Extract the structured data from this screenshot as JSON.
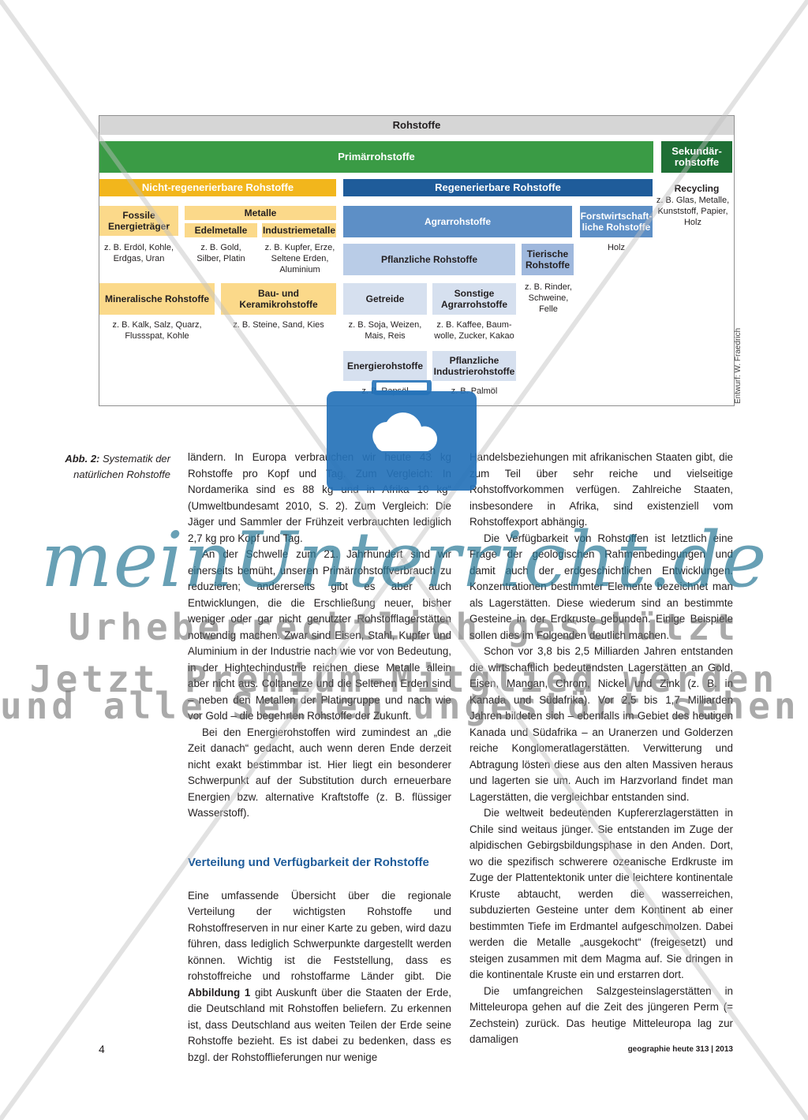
{
  "diagram": {
    "title": "Rohstoffe",
    "primary": "Primärrohstoffe",
    "secondary": "Sekundär-rohstoffe",
    "non_renewable": "Nicht-regenerierbare Rohstoffe",
    "renewable": "Regenerierbare Rohstoffe",
    "recycling": {
      "title": "Recycling",
      "example": "z. B. Glas, Metalle, Kunststoff, Papier, Holz"
    },
    "fossil": {
      "label": "Fossile Energieträger",
      "example": "z. B. Erdöl, Kohle, Erdgas, Uran"
    },
    "metalle": "Metalle",
    "edelmetalle": {
      "label": "Edelmetalle",
      "example": "z. B. Gold, Silber, Platin"
    },
    "industriemetalle": {
      "label": "Industriemetalle",
      "example": "z. B. Kupfer, Erze, Seltene Erden, Aluminium"
    },
    "mineralisch": {
      "label": "Mineralische Rohstoffe",
      "example": "z. B. Kalk, Salz, Quarz, Flussspat, Kohle"
    },
    "bau": {
      "label": "Bau- und Keramikrohstoffe",
      "example": "z. B. Steine, Sand, Kies"
    },
    "agrar": "Agrarrohstoffe",
    "forst": {
      "label": "Forstwirtschaft-liche Rohstoffe",
      "example": "Holz"
    },
    "pflanzlich": "Pflanzliche Rohstoffe",
    "tierisch": {
      "label": "Tierische Rohstoffe",
      "example": "z. B. Rinder, Schweine, Felle"
    },
    "getreide": {
      "label": "Getreide",
      "example": "z. B. Soja, Weizen, Mais, Reis"
    },
    "sonstige": {
      "label": "Sonstige Agrarrohstoffe",
      "example": "z. B. Kaffee, Baum-wolle, Zucker, Kakao"
    },
    "energie": {
      "label": "Energierohstoffe",
      "example": "z. B. Rapsöl"
    },
    "pflanzlich_ind": {
      "label": "Pflanzliche Industrierohstoffe",
      "example": "z. B. Palmöl"
    },
    "credit": "Entwurf: W. Fraedrich"
  },
  "caption": {
    "label": "Abb. 2:",
    "text": "Systematik der natürlichen Rohstoffe"
  },
  "col1": {
    "p1": "ländern. In Europa verbrauchen wir heute 43 kg Rohstoffe pro Kopf und Tag. Zum Vergleich: In Nordamerika sind es 88 kg und in Afrika 10 kg“ (Umweltbundesamt 2010, S. 2). Zum Vergleich: Die Jäger und Sammler der Frühzeit verbrauchten lediglich 2,7 kg pro Kopf und Tag.",
    "p2": "An der Schwelle zum 21. Jahrhundert sind wir einerseits bemüht, unseren Primärrohstoffverbrauch zu reduzieren; andererseits gibt es aber auch Entwicklungen, die die Erschließung neuer, bisher weniger oder gar nicht genutzter Rohstofflagerstätten notwendig machen. Zwar sind Eisen, Stahl, Kupfer und Aluminium in der Industrie nach wie vor von Bedeutung, in der Hightechindustrie reichen diese Metalle allein aber nicht aus. Coltanerze und die Seltenen Erden sind – neben den Metallen der Platingruppe und nach wie vor Gold – die begehrten Rohstoffe der Zukunft.",
    "p3": "Bei den Energierohstoffen wird zumindest an „die Zeit danach“ gedacht, auch wenn deren Ende derzeit nicht exakt bestimmbar ist. Hier liegt ein besonderer Schwerpunkt auf der Substitution durch erneuerbare Energien bzw. alternative Kraftstoffe (z. B. flüssiger Wasserstoff).",
    "heading": "Verteilung und Verfügbarkeit der Rohstoffe",
    "p4a": "Eine umfassende Übersicht über die regionale Verteilung der wichtigsten Rohstoffe und Rohstoffreserven in nur einer Karte zu geben, wird dazu führen, dass lediglich Schwerpunkte dargestellt werden können. Wichtig ist die Feststellung, dass es rohstoffreiche und rohstoffarme Länder gibt. Die",
    "p4_bold": "Abbildung 1",
    "p4b": "gibt Auskunft über die Staaten der Erde, die Deutschland mit Rohstoffen beliefern. Zu erkennen ist, dass Deutschland aus weiten Teilen der Erde seine Rohstoffe bezieht. Es ist dabei zu bedenken, dass es bzgl. der Rohstofflieferungen nur wenige"
  },
  "col2": {
    "p1": "Handelsbeziehungen mit afrikanischen Staaten gibt, die zum Teil über sehr reiche und vielseitige Rohstoffvorkommen verfügen. Zahlreiche Staaten, insbesondere in Afrika, sind existenziell vom Rohstoffexport abhängig.",
    "p2": "Die Verfügbarkeit von Rohstoffen ist letztlich eine Frage der geologischen Rahmenbedingungen und damit auch der erdgeschichtlichen Entwicklungen. Konzentrationen bestimmter Elemente bezeichnet man als Lagerstätten. Diese wiederum sind an bestimmte Gesteine in der Erdkruste gebunden. Einige Beispiele sollen dies im Folgenden deutlich machen.",
    "p3": "Schon vor 3,8 bis 2,5 Milliarden Jahren entstanden die wirtschaftlich bedeutendsten Lagerstätten an Gold, Eisen, Mangan, Chrom, Nickel und Zink (z. B. in Kanada und Südafrika). Vor 2,5 bis 1,7 Milliarden Jahren bildeten sich – ebenfalls im Gebiet des heutigen Kanada und Südafrika – an Uranerzen und Golderzen reiche Konglomeratlagerstätten. Verwitterung und Abtragung lösten diese aus den alten Massiven heraus und lagerten sie um. Auch im Harzvorland findet man Lagerstätten, die vergleichbar entstanden sind.",
    "p4": "Die weltweit bedeutenden Kupfererzlagerstätten in Chile sind weitaus jünger. Sie entstanden im Zuge der alpidischen Gebirgsbildungsphase in den Anden. Dort, wo die spezifisch schwerere ozeanische Erdkruste im Zuge der Plattentektonik unter die leichtere kontinentale Kruste abtaucht, werden die wasserreichen, subduzierten Gesteine unter dem Kontinent ab einer bestimmten Tiefe im Erdmantel aufgeschmolzen. Dabei werden die Metalle „ausgekocht“ (freigesetzt) und steigen zusammen mit dem Magma auf. Sie dringen in die kontinentale Kruste ein und erstarren dort.",
    "p5": "Die umfangreichen Salzgesteinslagerstätten in Mitteleuropa gehen auf die Zeit des jüngeren Perm (= Zechstein) zurück. Das heutige Mitteleuropa lag zur damaligen"
  },
  "footer": {
    "page_number": "4",
    "journal": "geographie heute 313 | 2013"
  },
  "watermark": {
    "logo": "meinUnterricht.de",
    "line1": "Urheberrechtlich geschützt",
    "line2": "Jetzt Premium-Mitglied werden",
    "line3": "und alle Seiten ungestört sehen!"
  },
  "colors": {
    "green": "#3a9b45",
    "dark_green": "#1f6f35",
    "orange": "#f2b61c",
    "blue": "#1f5c9a",
    "heading_blue": "#1f5c9a"
  }
}
